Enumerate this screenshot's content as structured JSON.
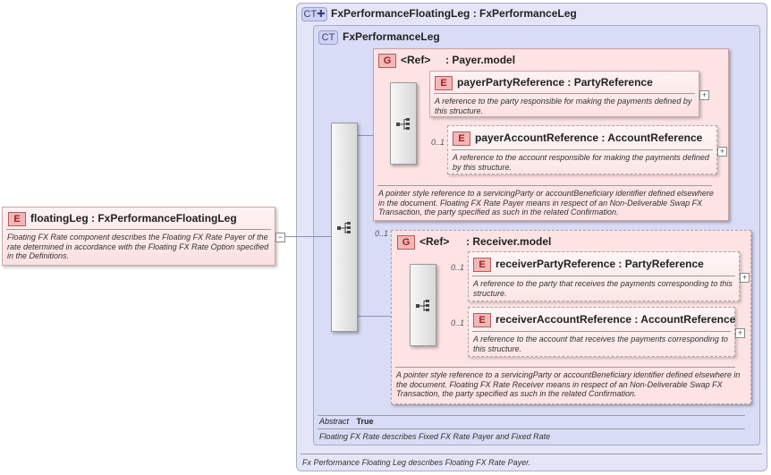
{
  "outer": {
    "badge": "CT✚",
    "title": "FxPerformanceFloatingLeg : FxPerformanceLeg",
    "footer": "Fx Performance Floating Leg describes Floating FX Rate Payer."
  },
  "inner": {
    "badge": "CT",
    "title": "FxPerformanceLeg",
    "abstract_label": "Abstract",
    "abstract_value": "True",
    "footer": "Floating FX Rate describes Fixed FX Rate Payer and Fixed Rate"
  },
  "floatingLeg": {
    "badge": "E",
    "title": "floatingLeg : FxPerformanceFloatingLeg",
    "description": "Floating FX Rate component describes the Floating FX Rate Payer of the rate determined in accordance with the Floating FX Rate Option specified in the Definitions.",
    "plus": "−"
  },
  "payer_group": {
    "badge": "G",
    "ref": "<Ref>",
    "title": ": Payer.model",
    "description": "A pointer style reference to a servicingParty or accountBeneficiary identifier defined elsewhere in the document. Floating FX Rate Payer means in respect of an Non-Deliverable Swap FX Transaction, the party specified as such in the related Confirmation.",
    "elements": [
      {
        "badge": "E",
        "title": "payerPartyReference : PartyReference",
        "description": "A reference to the party responsible for making the payments defined by this structure.",
        "cardinality": "",
        "plus": "+"
      },
      {
        "badge": "E",
        "title": "payerAccountReference : AccountReference",
        "description": "A reference to the account responsible for making the payments defined by this structure.",
        "cardinality": "0..1",
        "plus": "+"
      }
    ]
  },
  "receiver_group": {
    "cardinality": "0..1",
    "badge": "G",
    "ref": "<Ref>",
    "title": ": Receiver.model",
    "description": "A pointer style reference to a servicingParty or accountBeneficiary identifier defined elsewhere in the document. Floating FX Rate Receiver means in respect of an Non-Deliverable Swap FX Transaction, the party specified as such in the related Confirmation.",
    "elements": [
      {
        "badge": "E",
        "title": "receiverPartyReference : PartyReference",
        "description": "A reference to the party that receives the payments corresponding to this structure.",
        "cardinality": "0..1",
        "plus": "+"
      },
      {
        "badge": "E",
        "title": "receiverAccountReference : AccountReference",
        "description": "A reference to the account that receives the payments corresponding to this structure.",
        "cardinality": "0..1",
        "plus": "+"
      }
    ]
  },
  "icons": {
    "sequence": "sequence-icon",
    "expand": "expand-icon"
  }
}
